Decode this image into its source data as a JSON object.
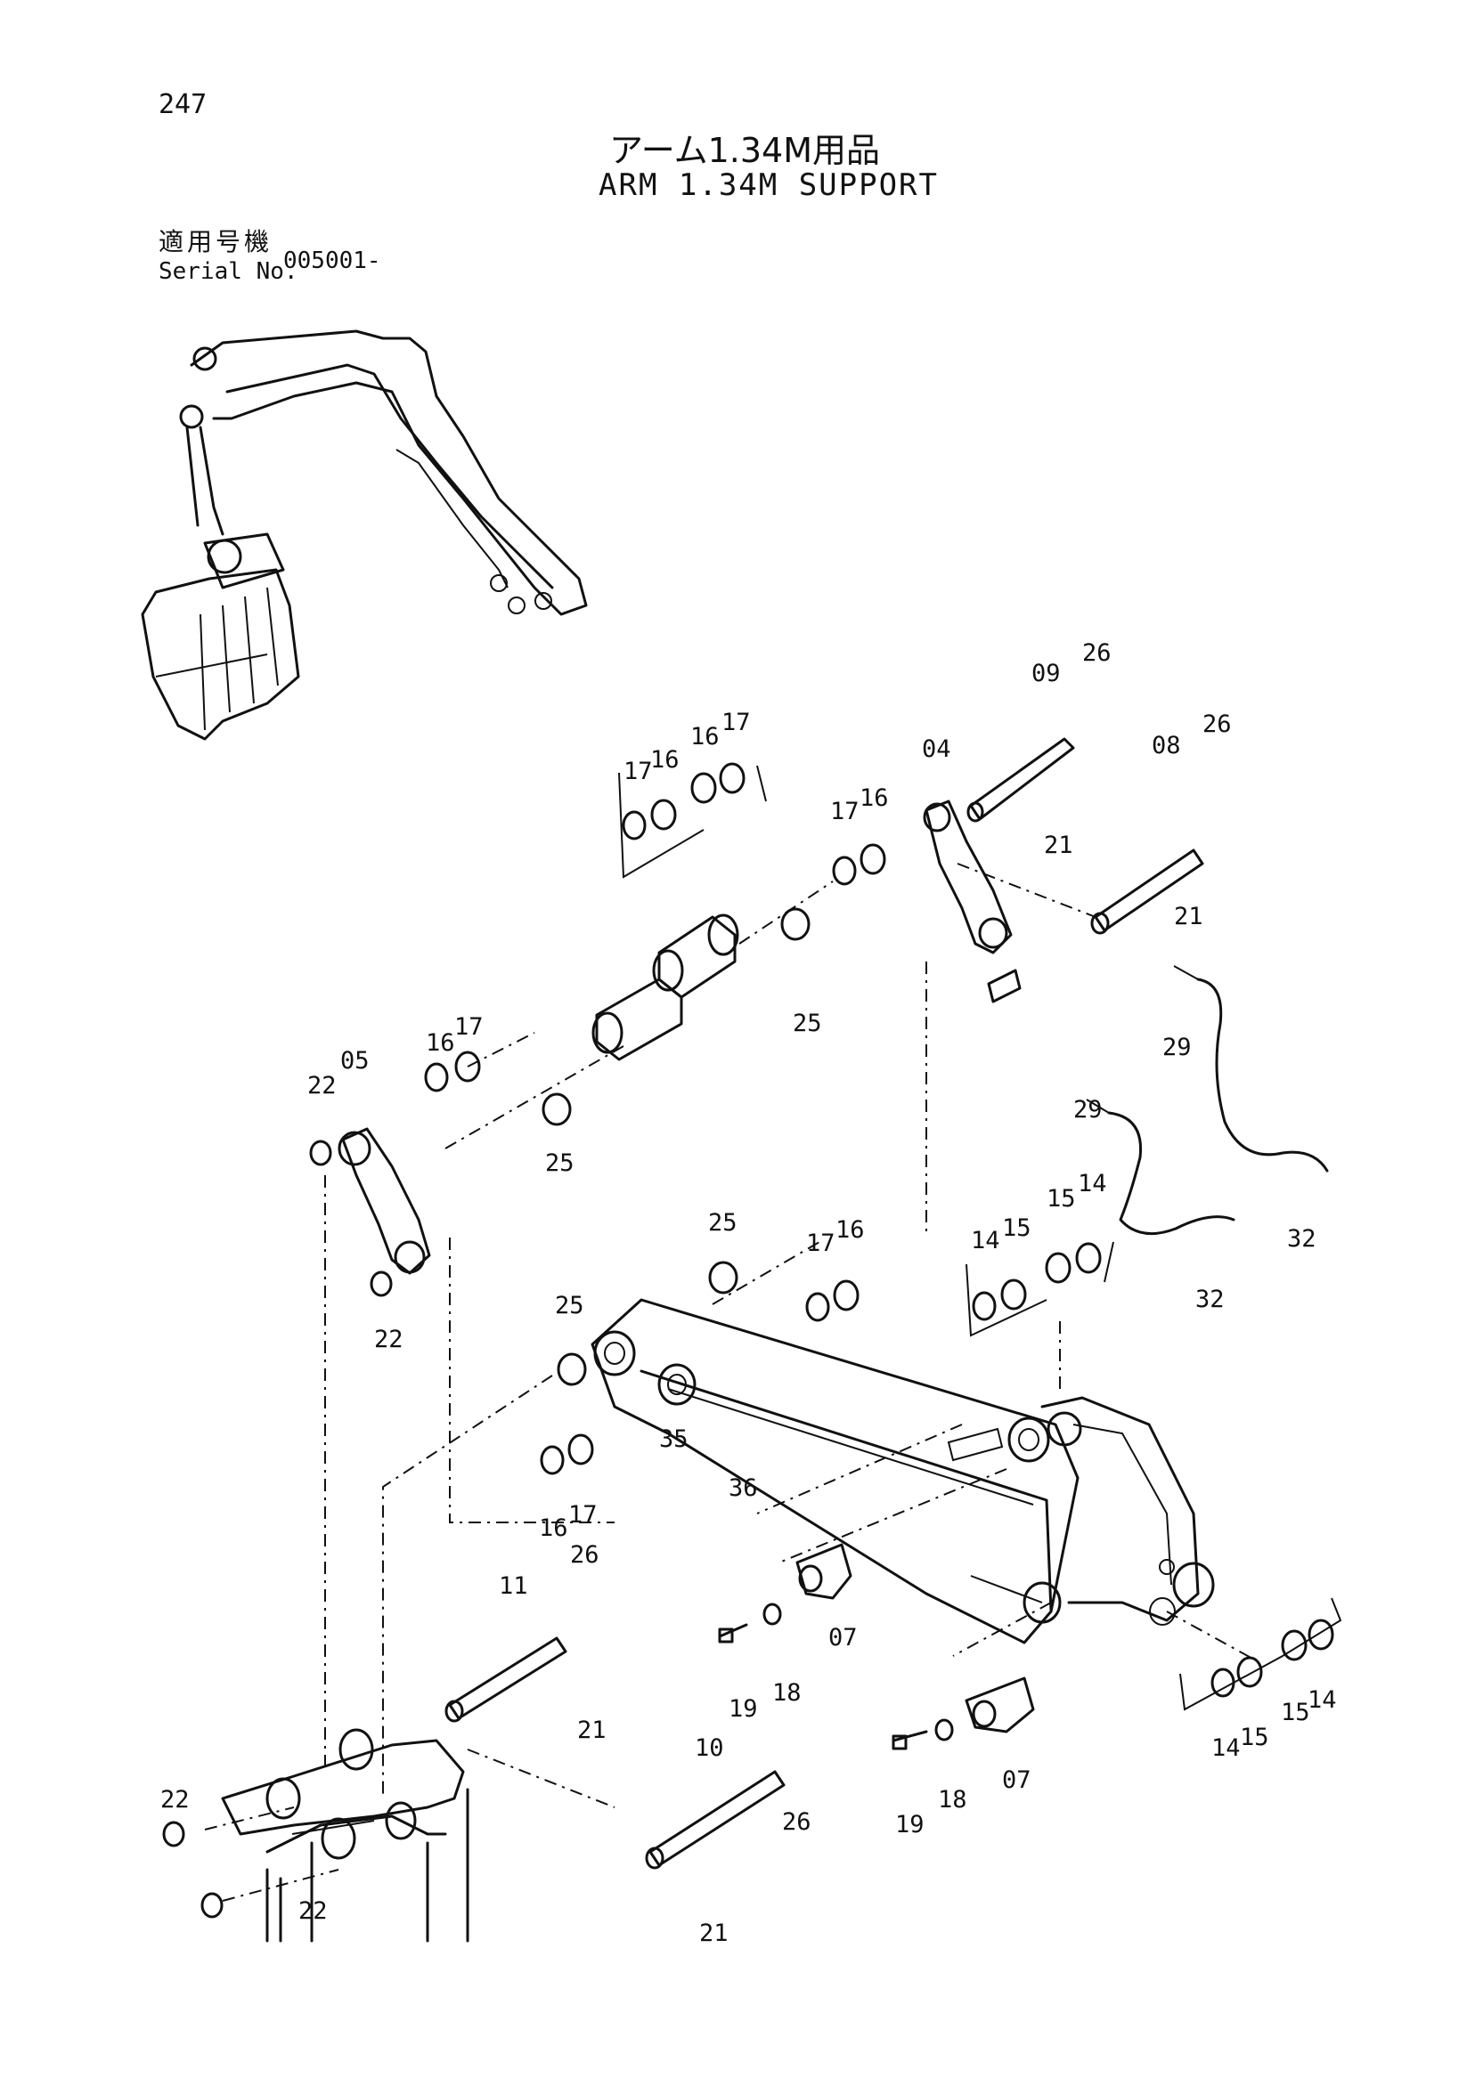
{
  "page_number": "247",
  "title_jp": "アーム1.34M用品",
  "title_en": "ARM 1.34M SUPPORT",
  "serial_label_jp": "適用号機",
  "serial_label_en": "Serial No.",
  "serial_value": "005001-",
  "callouts": [
    {
      "id": "c1",
      "text": "26"
    },
    {
      "id": "c2",
      "text": "09"
    },
    {
      "id": "c3",
      "text": "26"
    },
    {
      "id": "c4",
      "text": "08"
    },
    {
      "id": "c5",
      "text": "16"
    },
    {
      "id": "c6",
      "text": "17"
    },
    {
      "id": "c7",
      "text": "17"
    },
    {
      "id": "c8",
      "text": "16"
    },
    {
      "id": "c9",
      "text": "04"
    },
    {
      "id": "c10",
      "text": "17"
    },
    {
      "id": "c11",
      "text": "16"
    },
    {
      "id": "c12",
      "text": "21"
    },
    {
      "id": "c13",
      "text": "21"
    },
    {
      "id": "c14",
      "text": "29"
    },
    {
      "id": "c15",
      "text": "25"
    },
    {
      "id": "c16",
      "text": "16"
    },
    {
      "id": "c17",
      "text": "17"
    },
    {
      "id": "c18",
      "text": "22"
    },
    {
      "id": "c19",
      "text": "05"
    },
    {
      "id": "c20",
      "text": "29"
    },
    {
      "id": "c21",
      "text": "25"
    },
    {
      "id": "c22",
      "text": "25"
    },
    {
      "id": "c23",
      "text": "17"
    },
    {
      "id": "c24",
      "text": "16"
    },
    {
      "id": "c25",
      "text": "15"
    },
    {
      "id": "c26",
      "text": "14"
    },
    {
      "id": "c27",
      "text": "14"
    },
    {
      "id": "c28",
      "text": "15"
    },
    {
      "id": "c29",
      "text": "32"
    },
    {
      "id": "c30",
      "text": "32"
    },
    {
      "id": "c31",
      "text": "22"
    },
    {
      "id": "c32",
      "text": "25"
    },
    {
      "id": "c33",
      "text": "35"
    },
    {
      "id": "c34",
      "text": "36"
    },
    {
      "id": "c35",
      "text": "16"
    },
    {
      "id": "c36",
      "text": "17"
    },
    {
      "id": "c37",
      "text": "26"
    },
    {
      "id": "c38",
      "text": "11"
    },
    {
      "id": "c39",
      "text": "07"
    },
    {
      "id": "c40",
      "text": "19"
    },
    {
      "id": "c41",
      "text": "18"
    },
    {
      "id": "c42",
      "text": "15"
    },
    {
      "id": "c43",
      "text": "14"
    },
    {
      "id": "c44",
      "text": "14"
    },
    {
      "id": "c45",
      "text": "15"
    },
    {
      "id": "c46",
      "text": "21"
    },
    {
      "id": "c47",
      "text": "10"
    },
    {
      "id": "c48",
      "text": "19"
    },
    {
      "id": "c49",
      "text": "18"
    },
    {
      "id": "c50",
      "text": "07"
    },
    {
      "id": "c51",
      "text": "22"
    },
    {
      "id": "c52",
      "text": "26"
    },
    {
      "id": "c53",
      "text": "22"
    },
    {
      "id": "c54",
      "text": "21"
    }
  ]
}
